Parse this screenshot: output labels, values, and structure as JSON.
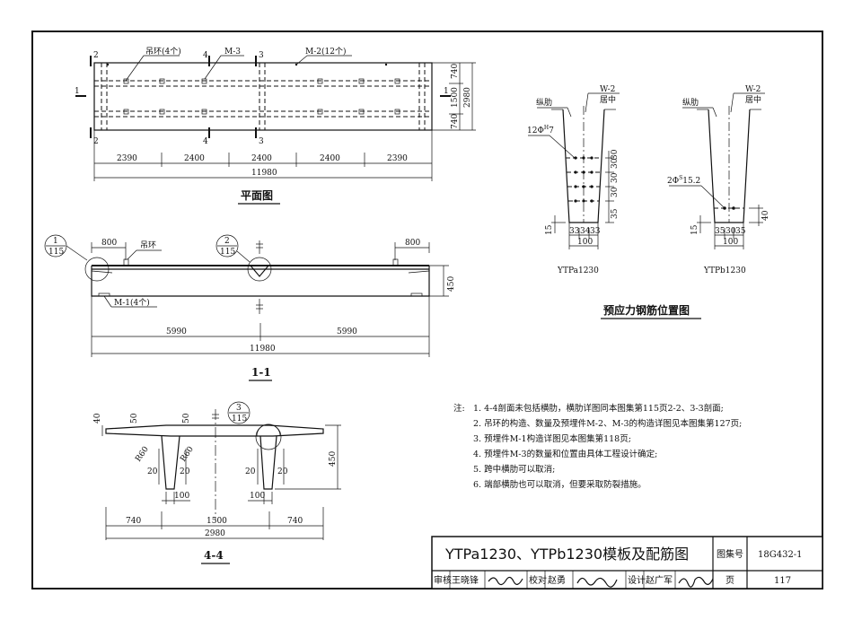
{
  "plan": {
    "label_hook_ring": "吊环(4个)",
    "label_m3": "M-3",
    "label_m2": "M-2(12个)",
    "sec2": "2",
    "sec4": "4",
    "sec3": "3",
    "sec1": "1",
    "dims_bottom": [
      "2390",
      "2400",
      "2400",
      "2400",
      "2390"
    ],
    "total": "11980",
    "dims_right": [
      "740",
      "1500",
      "740"
    ],
    "total_right": "2980",
    "title": "平面图"
  },
  "elevation": {
    "ref1_top": "1",
    "ref1_bot": "115",
    "ref2_top": "2",
    "ref2_bot": "115",
    "dim_left": "800",
    "dim_right": "800",
    "label_hook": "吊环",
    "label_m1": "M-1(4个)",
    "height": "450",
    "half_left": "5990",
    "half_right": "5990",
    "total": "11980",
    "title": "1-1"
  },
  "section44": {
    "d40": "40",
    "d50a": "50",
    "d50b": "50",
    "r60a": "R60",
    "r60b": "R60",
    "d20": [
      "20",
      "20",
      "20",
      "20"
    ],
    "d100a": "100",
    "d100b": "100",
    "ref3_top": "3",
    "ref3_bot": "115",
    "height": "450",
    "dims": [
      "740",
      "1500",
      "740"
    ],
    "total": "2980",
    "title": "4-4"
  },
  "prestress": {
    "a": {
      "label_long": "纵肋",
      "label_w2": "W-2",
      "label_center": "居中",
      "bars": "12Φ<sup>H</sup>7",
      "vdims": [
        "30",
        "30",
        "30",
        "30",
        "35"
      ],
      "d15": "15",
      "hdims": [
        "33",
        "34",
        "33"
      ],
      "width": "100",
      "name": "YTPa1230"
    },
    "b": {
      "label_long": "纵肋",
      "label_w2": "W-2",
      "label_center": "居中",
      "bars": "2Φ<sup>S</sup>15.2",
      "d40": "40",
      "d15": "15",
      "hdims": [
        "35",
        "30",
        "35"
      ],
      "width": "100",
      "name": "YTPb1230"
    },
    "title": "预应力钢筋位置图"
  },
  "notes": {
    "prefix": "注:",
    "items": [
      "1. 4-4剖面未包括横肋，横肋详图同本图集第115页2-2、3-3剖面;",
      "2. 吊环的构造、数量及预埋件M-2、M-3的构造详图见本图集第127页;",
      "3. 预埋件M-1构造详图见本图集第118页;",
      "4. 预埋件M-3的数量和位置由具体工程设计确定;",
      "5. 跨中横肋可以取消;",
      "6. 端部横肋也可以取消，但要采取防裂措施。"
    ]
  },
  "titleblock": {
    "title": "YTPa1230、YTPb1230模板及配筋图",
    "atlas_label": "图集号",
    "atlas_no": "18G432-1",
    "review": "审核",
    "reviewer": "王晓锋",
    "check": "校对",
    "checker": "赵勇",
    "design": "设计",
    "designer": "赵广军",
    "page_label": "页",
    "page_no": "117"
  }
}
